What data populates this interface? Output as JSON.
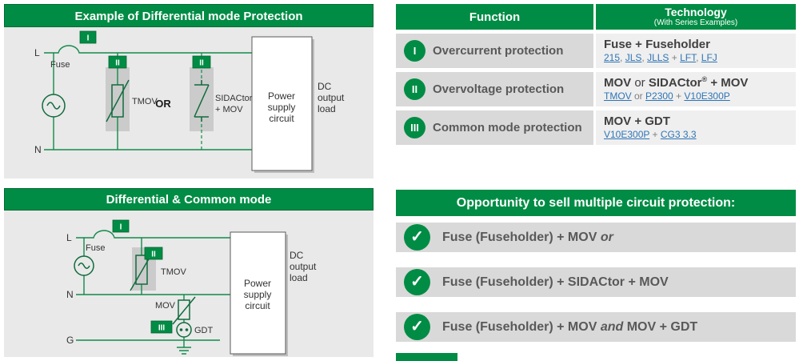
{
  "colors": {
    "accent_green": "#008C44",
    "link_blue": "#2E74B5",
    "row_gray": "#d9d9d9",
    "tech_gray": "#efefef",
    "circuit_bg": "#e9e9e9"
  },
  "panel_diff": {
    "title": "Example of Differential mode Protection",
    "badges": {
      "i": "I",
      "ii": "II"
    },
    "l": "L",
    "n": "N",
    "fuse": "Fuse",
    "tmov": "TMOV",
    "or": "OR",
    "sidactor": [
      "SIDACtor",
      "+ MOV"
    ],
    "psu": [
      "Power",
      "supply",
      "circuit"
    ],
    "dc": [
      "DC",
      "output",
      "load"
    ]
  },
  "panel_common": {
    "title": "Differential & Common mode",
    "badges": {
      "i": "I",
      "ii": "II",
      "iii": "III"
    },
    "l": "L",
    "n": "N",
    "g": "G",
    "fuse": "Fuse",
    "tmov": "TMOV",
    "mov": "MOV",
    "gdt": "GDT",
    "psu": [
      "Power",
      "supply",
      "circuit"
    ],
    "dc": [
      "DC",
      "output",
      "load"
    ]
  },
  "table": {
    "header": {
      "function": "Function",
      "technology": "Technology",
      "technology_sub": "(With Series Examples)"
    },
    "rows": [
      {
        "badge": "I",
        "function": "Overcurrent protection",
        "tech_title": [
          {
            "text": "Fuse + Fuseholder"
          }
        ],
        "tech_links": [
          {
            "text": "215",
            "style": "link"
          },
          {
            "text": ", ",
            "style": "sep"
          },
          {
            "text": "JLS",
            "style": "link"
          },
          {
            "text": ", ",
            "style": "sep"
          },
          {
            "text": "JLLS",
            "style": "link"
          },
          {
            "text": " + ",
            "style": "sep"
          },
          {
            "text": "LFT",
            "style": "link"
          },
          {
            "text": ", ",
            "style": "sep"
          },
          {
            "text": "LFJ",
            "style": "link"
          }
        ]
      },
      {
        "badge": "II",
        "function": "Overvoltage protection",
        "tech_title": [
          {
            "text": "MOV "
          },
          {
            "text": "or",
            "style": "norm"
          },
          {
            "text": " SIDACtor"
          },
          {
            "text": "®",
            "style": "sup"
          },
          {
            "text": " + MOV"
          }
        ],
        "tech_links": [
          {
            "text": "TMOV",
            "style": "link"
          },
          {
            "text": " or ",
            "style": "sep"
          },
          {
            "text": "P2300",
            "style": "link"
          },
          {
            "text": " + ",
            "style": "sep"
          },
          {
            "text": "V10E300P",
            "style": "link"
          }
        ]
      },
      {
        "badge": "III",
        "function": "Common mode protection",
        "tech_title": [
          {
            "text": "MOV + GDT"
          }
        ],
        "tech_links": [
          {
            "text": "V10E300P",
            "style": "link"
          },
          {
            "text": " + ",
            "style": "sep"
          },
          {
            "text": "CG3 3.3",
            "style": "link"
          }
        ]
      }
    ]
  },
  "opportunity": {
    "title": "Opportunity to sell multiple circuit protection:",
    "check": "✓",
    "items": [
      [
        {
          "text": "Fuse (Fuseholder) + MOV "
        },
        {
          "text": "or",
          "style": "italic"
        }
      ],
      [
        {
          "text": "Fuse (Fuseholder) + SIDACtor + MOV"
        }
      ],
      [
        {
          "text": "Fuse (Fuseholder) + MOV "
        },
        {
          "text": "and",
          "style": "italic"
        },
        {
          "text": " MOV + GDT"
        }
      ]
    ]
  }
}
